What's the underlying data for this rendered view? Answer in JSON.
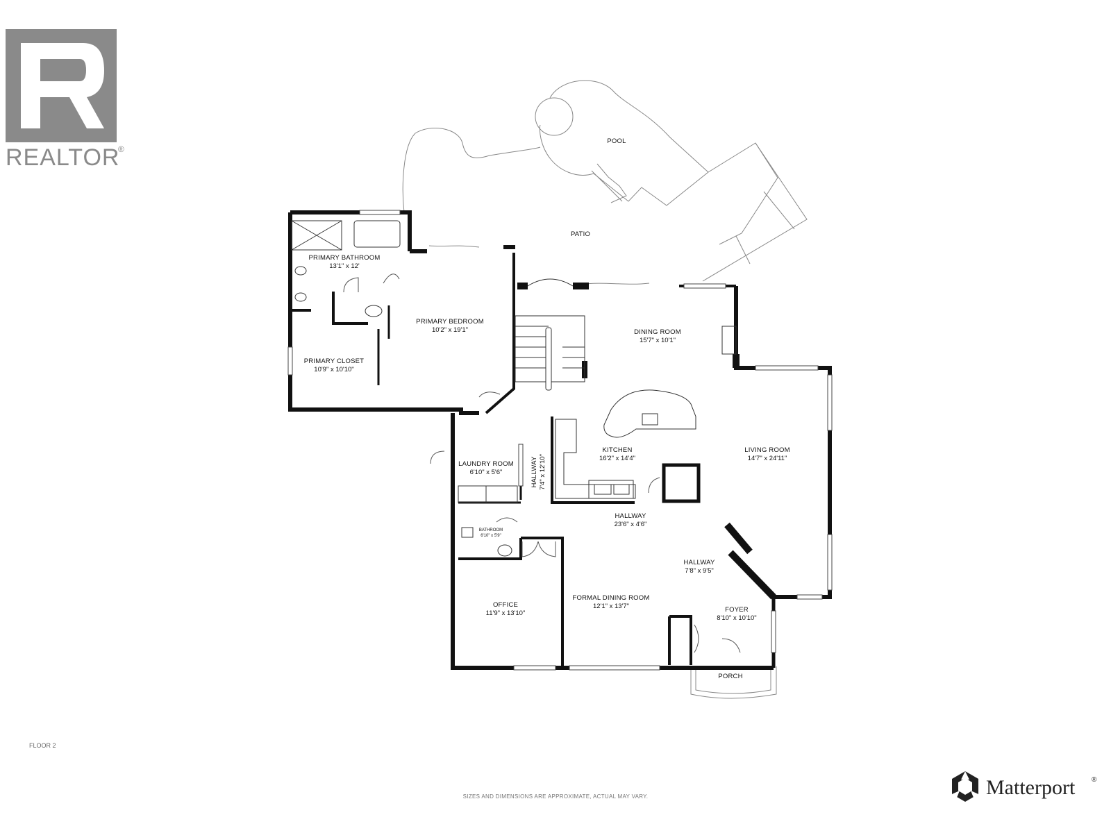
{
  "branding": {
    "realtor_logo_text": "REALTOR",
    "realtor_mark": "®",
    "matterport_text": "Matterport",
    "matterport_mark": "®"
  },
  "floor_label": "FLOOR 2",
  "disclaimer": "SIZES AND DIMENSIONS ARE APPROXIMATE, ACTUAL MAY VARY.",
  "colors": {
    "walls": "#111111",
    "thin_lines": "#888888",
    "realtor_grey": "#8a8a8a",
    "background": "#ffffff"
  },
  "rooms": {
    "pool": {
      "name": "POOL"
    },
    "patio": {
      "name": "PATIO"
    },
    "primary_bathroom": {
      "name": "PRIMARY BATHROOM",
      "dim": "13'1\" x 12'"
    },
    "primary_closet": {
      "name": "PRIMARY CLOSET",
      "dim": "10'9\" x 10'10\""
    },
    "primary_bedroom": {
      "name": "PRIMARY BEDROOM",
      "dim": "10'2\" x 19'1\""
    },
    "dining_room": {
      "name": "DINING ROOM",
      "dim": "15'7\" x 10'1\""
    },
    "kitchen": {
      "name": "KITCHEN",
      "dim": "16'2\" x 14'4\""
    },
    "living_room": {
      "name": "LIVING ROOM",
      "dim": "14'7\" x 24'11\""
    },
    "laundry_room": {
      "name": "LAUNDRY ROOM",
      "dim": "6'10\" x 5'6\""
    },
    "hallway_vertical": {
      "name": "HALLWAY",
      "dim": "7'4\" x 12'10\""
    },
    "hallway_main": {
      "name": "HALLWAY",
      "dim": "23'6\" x 4'6\""
    },
    "bathroom": {
      "name": "BATHROOM",
      "dim": "6'10\" x 5'9\""
    },
    "hallway_foyer": {
      "name": "HALLWAY",
      "dim": "7'8\" x 9'5\""
    },
    "office": {
      "name": "OFFICE",
      "dim": "11'9\" x 13'10\""
    },
    "formal_dining_room": {
      "name": "FORMAL DINING ROOM",
      "dim": "12'1\" x 13'7\""
    },
    "foyer": {
      "name": "FOYER",
      "dim": "8'10\" x 10'10\""
    },
    "porch": {
      "name": "PORCH"
    }
  }
}
